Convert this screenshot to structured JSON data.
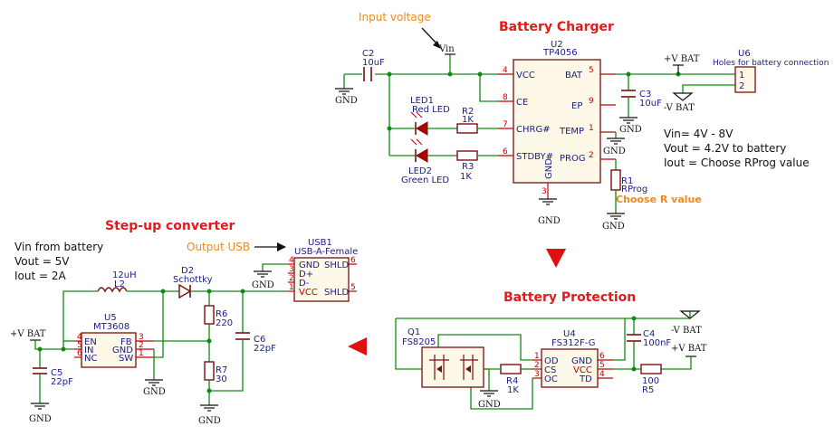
{
  "titles": {
    "charger": "Battery Charger",
    "stepup": "Step-up converter",
    "protection": "Battery Protection"
  },
  "annotations": {
    "input_voltage": "Input voltage",
    "output_usb": "Output USB",
    "choose_r": "Choose R value"
  },
  "charger_notes": [
    "Vin= 4V - 8V",
    "Vout = 4.2V to battery",
    "Iout = Choose RProg value"
  ],
  "stepup_notes": [
    "Vin from battery",
    "Vout = 5V",
    "Iout = 2A"
  ],
  "nets": {
    "vin": "Vin",
    "gnd": "GND",
    "vbat_pos": "+V BAT",
    "vbat_neg": "-V BAT"
  },
  "charger": {
    "u2_ref": "U2",
    "u2_value": "TP4056",
    "u2_pins_left": [
      {
        "num": "4",
        "name": "VCC"
      },
      {
        "num": "8",
        "name": "CE"
      },
      {
        "num": "7",
        "name": "CHRG#"
      },
      {
        "num": "6",
        "name": "STDBY#"
      }
    ],
    "u2_pins_right": [
      {
        "num": "5",
        "name": "BAT"
      },
      {
        "num": "9",
        "name": "EP"
      },
      {
        "num": "1",
        "name": "TEMP"
      },
      {
        "num": "2",
        "name": "PROG"
      }
    ],
    "u2_pin3_num": "3",
    "u2_pin3_name": "GND",
    "c2_ref": "C2",
    "c2_value": "10uF",
    "c3_ref": "C3",
    "c3_value": "10uF",
    "led1_ref": "LED1",
    "led1_value": "Red LED",
    "led2_ref": "LED2",
    "led2_value": "Green LED",
    "r2_ref": "R2",
    "r2_value": "1K",
    "r3_ref": "R3",
    "r3_value": "1K",
    "r1_ref": "R1",
    "r1_value": "RProg",
    "u6_ref": "U6",
    "u6_value": "Holes for battery connection",
    "u6_pin1": "1",
    "u6_pin2": "2"
  },
  "stepup": {
    "l2_value": "12uH",
    "l2_ref": "L2",
    "d2_ref": "D2",
    "d2_value": "Schottky",
    "u5_ref": "U5",
    "u5_value": "MT3608",
    "u5_pins_left": [
      {
        "num": "4",
        "name": "EN"
      },
      {
        "num": "5",
        "name": "IN"
      },
      {
        "num": "6",
        "name": "NC"
      }
    ],
    "u5_pins_right": [
      {
        "num": "3",
        "name": "FB"
      },
      {
        "num": "2",
        "name": "GND"
      },
      {
        "num": "1",
        "name": "SW"
      }
    ],
    "r6_ref": "R6",
    "r6_value": "220",
    "r7_ref": "R7",
    "r7_value": "30",
    "c5_ref": "C5",
    "c5_value": "22pF",
    "c6_ref": "C6",
    "c6_value": "22pF",
    "usb1_ref": "USB1",
    "usb1_value": "USB-A-Female",
    "usb_pins": [
      {
        "num": "4",
        "name": "GND"
      },
      {
        "num": "3",
        "name": "D+"
      },
      {
        "num": "2",
        "name": "D-"
      },
      {
        "num": "1",
        "name": "VCC"
      }
    ],
    "usb_shld": "SHLD",
    "usb_shld_pin6": "6",
    "usb_shld_pin5": "5"
  },
  "protection": {
    "q1_ref": "Q1",
    "q1_value": "FS8205",
    "u4_ref": "U4",
    "u4_value": "FS312F-G",
    "u4_pins_left": [
      {
        "num": "1",
        "name": "OD"
      },
      {
        "num": "2",
        "name": "CS"
      },
      {
        "num": "3",
        "name": "OC"
      }
    ],
    "u4_pins_right": [
      {
        "num": "6",
        "name": "GND"
      },
      {
        "num": "5",
        "name": "VCC"
      },
      {
        "num": "4",
        "name": "TD"
      }
    ],
    "r4_ref": "R4",
    "r4_value": "1K",
    "r5_ref": "R5",
    "r5_value": "100",
    "c4_ref": "C4",
    "c4_value": "100nF"
  }
}
